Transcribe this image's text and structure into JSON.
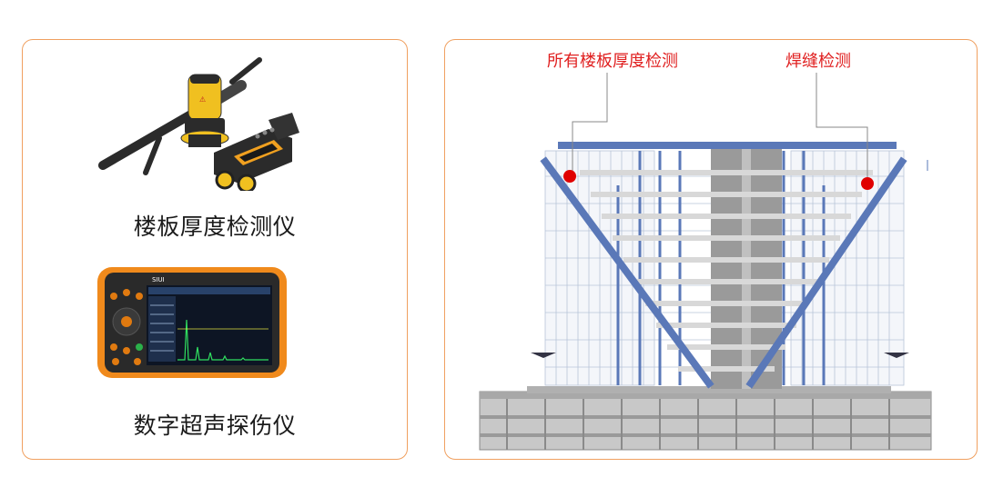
{
  "left_panel": {
    "items": [
      {
        "label": "楼板厚度检测仪",
        "icon": "floor-thickness-gauge-image"
      },
      {
        "label": "数字超声探伤仪",
        "icon": "ultrasonic-flaw-detector-image"
      }
    ],
    "device_brand": "SIUI"
  },
  "right_panel": {
    "callouts": [
      {
        "label": "所有楼板厚度检测"
      },
      {
        "label": "焊缝检测"
      }
    ],
    "colors": {
      "accent_border": "#f0a060",
      "callout_text": "#e02020",
      "steel_blue": "#5a78b8",
      "marker": "#e00000"
    }
  }
}
